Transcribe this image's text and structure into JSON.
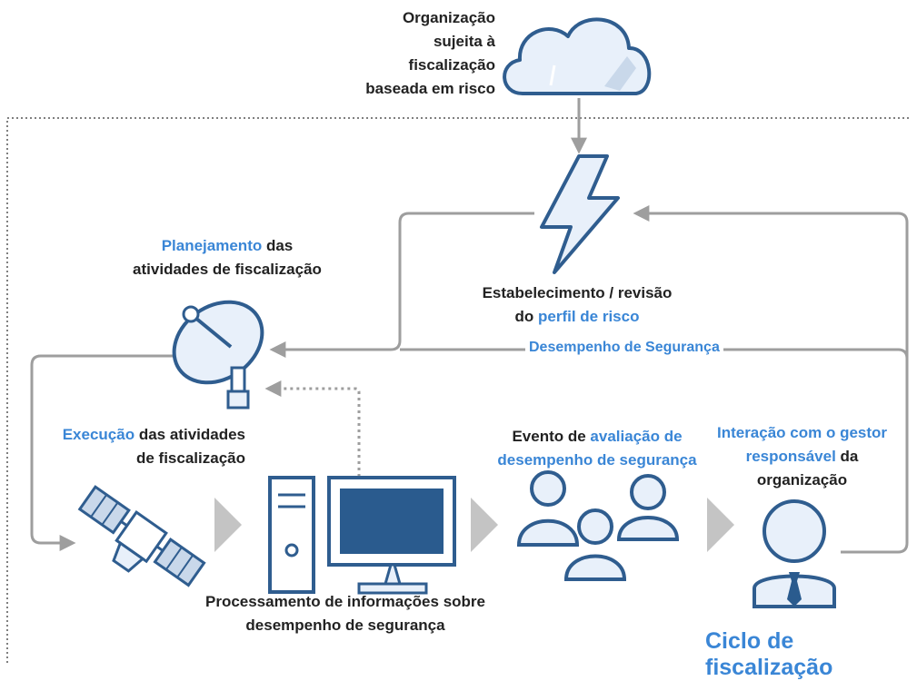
{
  "colors": {
    "accent": "#3a86d6",
    "icon_stroke": "#2f5d8f",
    "icon_fill": "#e8f0fa",
    "connector": "#9e9e9e",
    "text": "#222222"
  },
  "icons": [
    "cloud-icon",
    "lightning-icon",
    "satellite-dish-icon",
    "satellite-icon",
    "computer-icon",
    "people-group-icon",
    "manager-icon"
  ],
  "nodes": {
    "organization": {
      "lines": [
        "Organização",
        "sujeita à",
        "fiscalização",
        "baseada em risco"
      ]
    },
    "risk_profile": {
      "line1": "Estabelecimento / revisão",
      "line2_pre": "do ",
      "line2_highlight": "perfil de risco"
    },
    "planning": {
      "highlight": "Planejamento",
      "line1_rest": " das",
      "line2": "atividades de fiscalização"
    },
    "execution": {
      "highlight": "Execução",
      "line1_rest": " das atividades",
      "line2": "de fiscalização"
    },
    "processing": {
      "line1": "Processamento de informações sobre",
      "line2": "desempenho de segurança"
    },
    "evaluation": {
      "line1_pre": "Evento de ",
      "line1_highlight": "avaliação de",
      "line2_highlight": "desempenho de segurança"
    },
    "interaction": {
      "line1_highlight": "Interação com o gestor",
      "line2_highlight": "responsável",
      "line2_rest": " da",
      "line3": "organização"
    }
  },
  "connector_label": "Desempenho de Segurança",
  "cycle_title": "Ciclo de fiscalização"
}
